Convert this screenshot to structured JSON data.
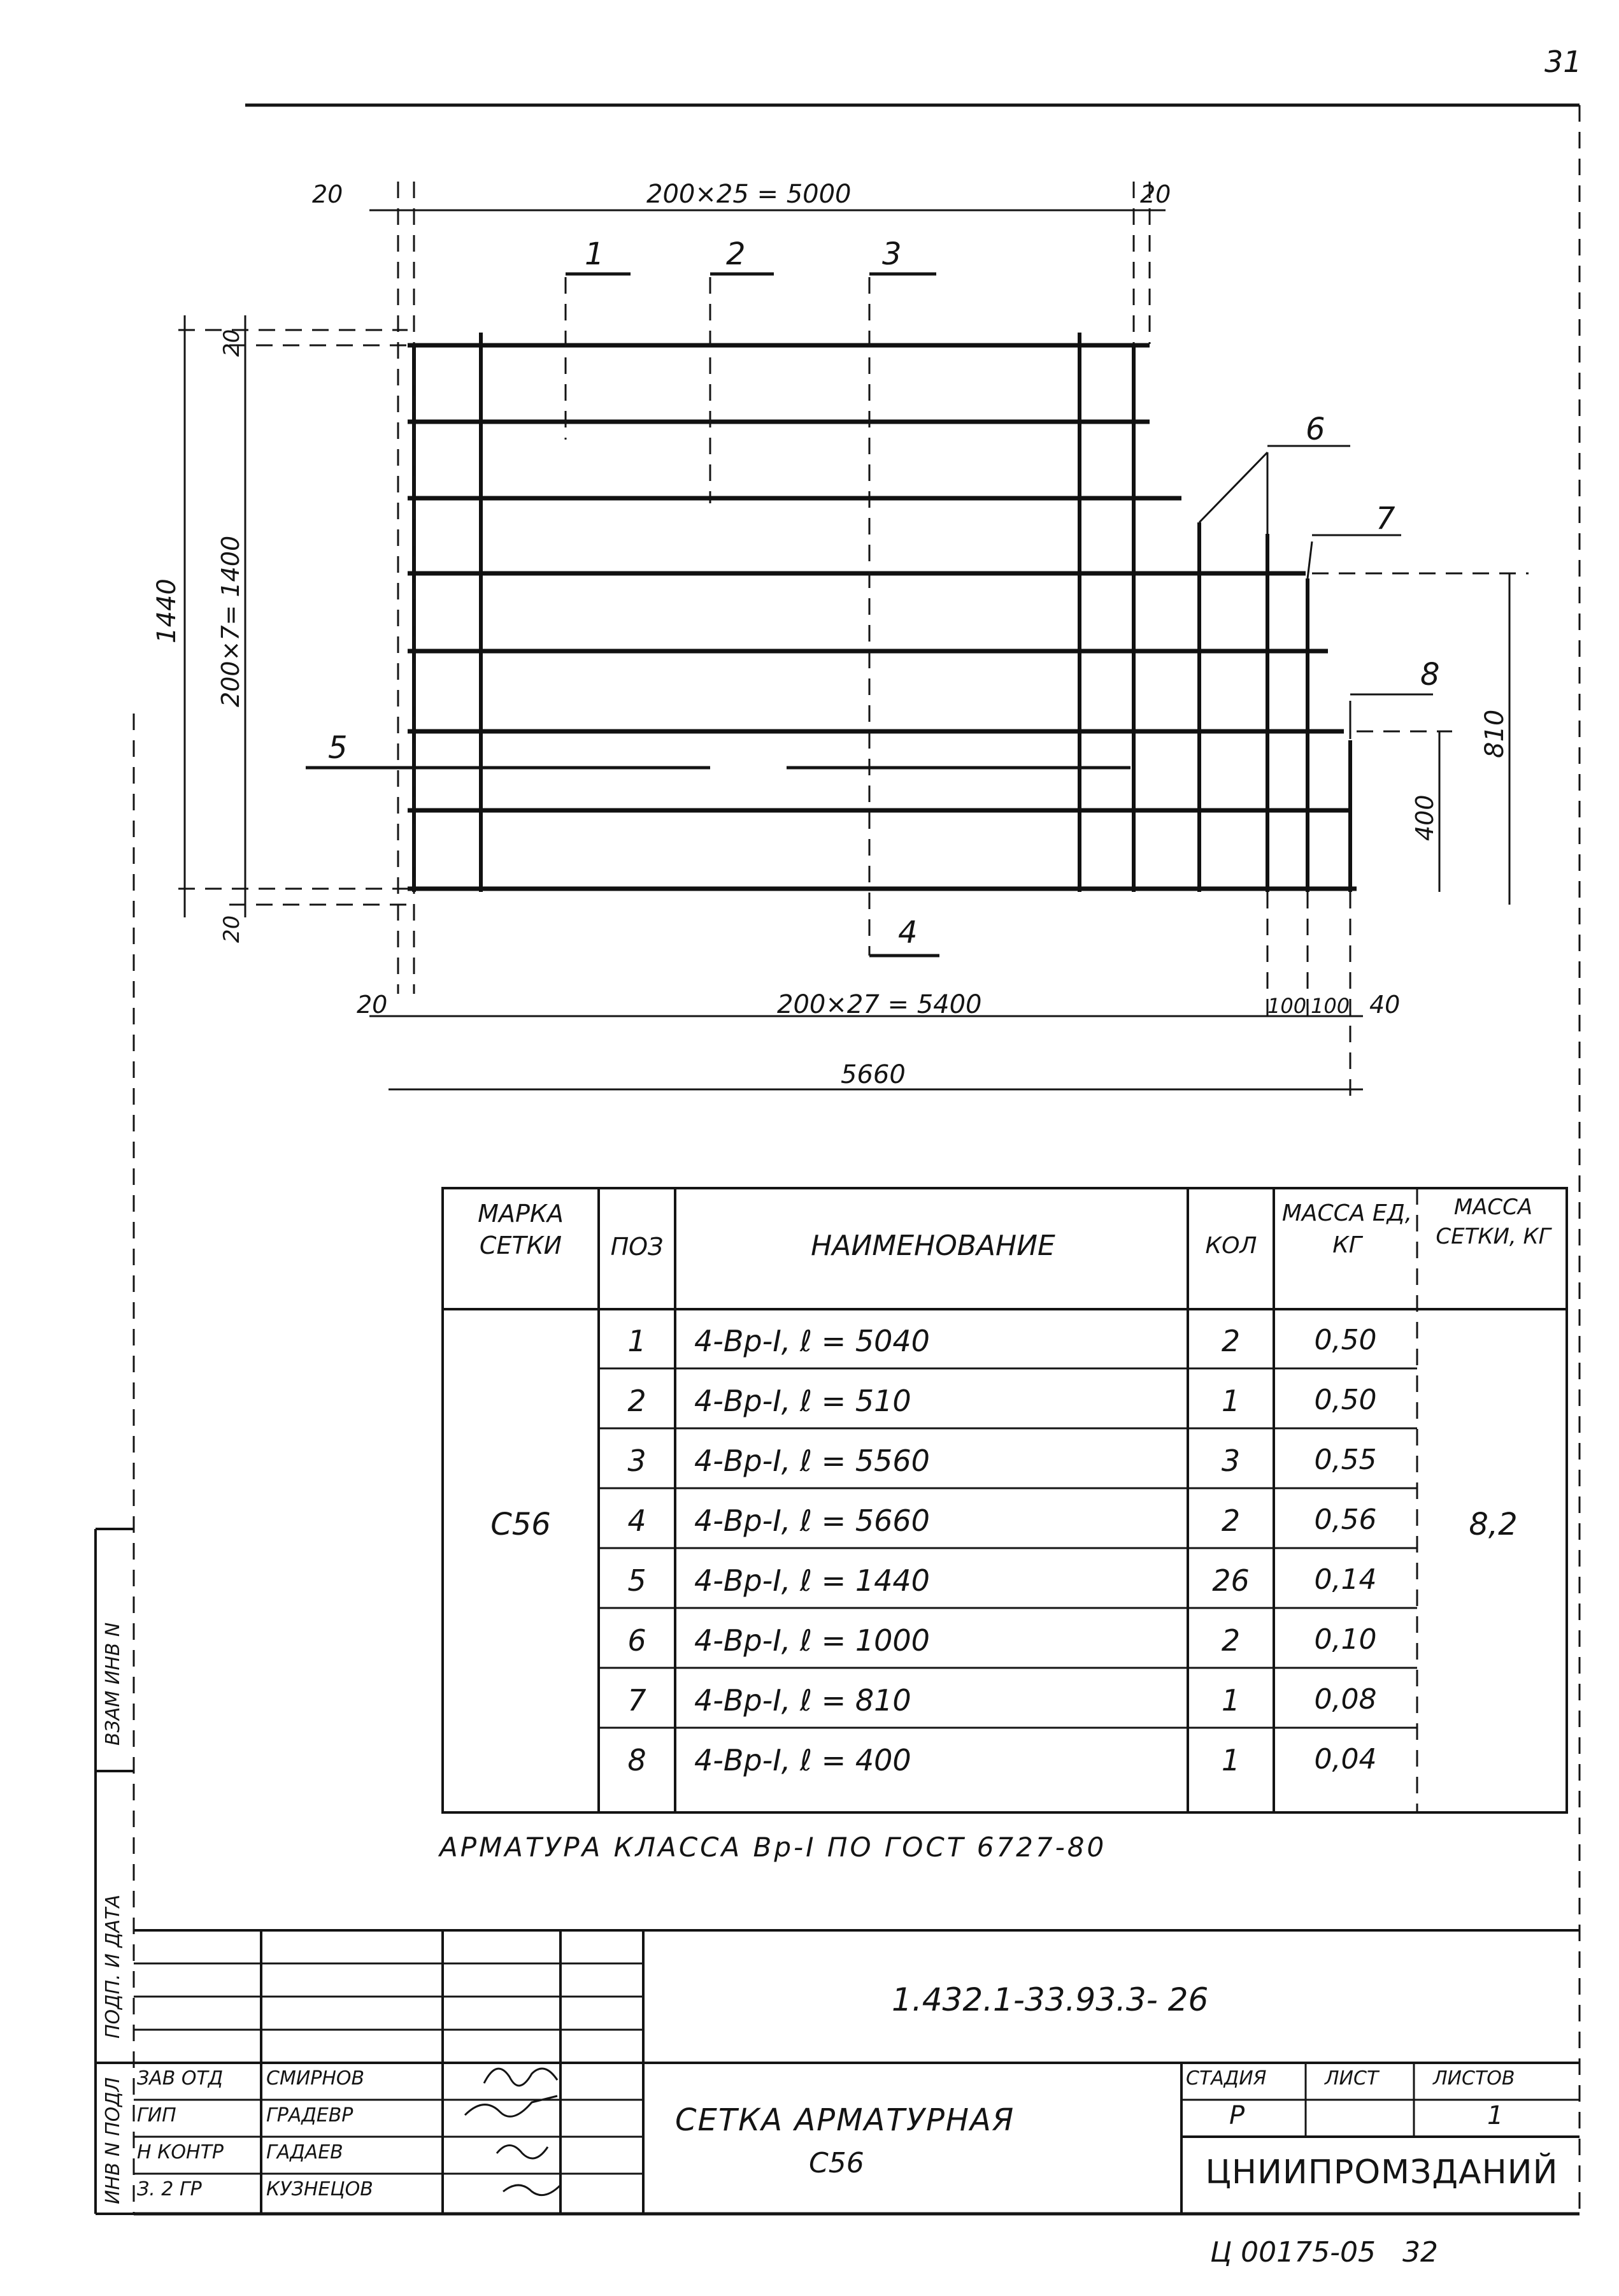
{
  "page_number": "31",
  "drawing": {
    "dims": {
      "top_left_20": "20",
      "top_span": "200×25 = 5000",
      "top_right_20": "20",
      "left_overall": "1440",
      "left_span": "200×7= 1400",
      "left_top_20": "20",
      "left_bottom_20": "20",
      "bottom_left_20": "20",
      "bottom_span": "200×27 = 5400",
      "bottom_100a": "100",
      "bottom_100b": "100",
      "bottom_40": "40",
      "overall_width": "5660",
      "right_810": "810",
      "right_400": "400"
    },
    "positions": [
      "1",
      "2",
      "3",
      "4",
      "5",
      "6",
      "7",
      "8"
    ]
  },
  "spec_table": {
    "headers": {
      "mark": "МАРКА СЕТКИ",
      "pos": "ПОЗ",
      "name": "НАИМЕНОВАНИЕ",
      "qty": "КОЛ",
      "unit_mass": "МАССА ЕД, КГ",
      "mesh_mass": "МАССА СЕТКИ, КГ"
    },
    "mark_value": "С56",
    "mesh_mass_value": "8,2",
    "rows": [
      {
        "pos": "1",
        "name": "4-Bp-I, ℓ = 5040",
        "qty": "2",
        "mass": "0,50"
      },
      {
        "pos": "2",
        "name": "4-Bp-I, ℓ = 510",
        "qty": "1",
        "mass": "0,50"
      },
      {
        "pos": "3",
        "name": "4-Bp-I, ℓ = 5560",
        "qty": "3",
        "mass": "0,55"
      },
      {
        "pos": "4",
        "name": "4-Bp-I, ℓ = 5660",
        "qty": "2",
        "mass": "0,56"
      },
      {
        "pos": "5",
        "name": "4-Bp-I, ℓ = 1440",
        "qty": "26",
        "mass": "0,14"
      },
      {
        "pos": "6",
        "name": "4-Bp-I, ℓ = 1000",
        "qty": "2",
        "mass": "0,10"
      },
      {
        "pos": "7",
        "name": "4-Bp-I, ℓ = 810",
        "qty": "1",
        "mass": "0,08"
      },
      {
        "pos": "8",
        "name": "4-Bp-I, ℓ = 400",
        "qty": "1",
        "mass": "0,04"
      }
    ],
    "note": "АРМАТУРА КЛАССА Bp-I ПО ГОСТ 6727-80"
  },
  "title_block": {
    "doc_code": "1.432.1-33.93.3- 26",
    "title_line1": "СЕТКА АРМАТУРНАЯ",
    "title_line2": "С56",
    "staff": [
      {
        "role": "ЗАВ ОТД",
        "name": "СМИРНОВ"
      },
      {
        "role": "ГИП",
        "name": "ГРАДЕВР"
      },
      {
        "role": "Н КОНТР",
        "name": "ГАДАЕВ"
      },
      {
        "role": "З. 2 ГР",
        "name": "КУЗНЕЦОВ"
      }
    ],
    "stage_header": "СТАДИЯ",
    "sheet_header": "ЛИСТ",
    "sheets_header": "ЛИСТОВ",
    "stage_value": "Р",
    "sheets_value": "1",
    "org": "ЦНИИПРОМЗДАНИЙ"
  },
  "side_stamps": {
    "inv_orig": "ИНВ N ПОДЛ",
    "sign_date": "ПОДП. И ДАТА",
    "replace": "ВЗАМ ИНВ N"
  },
  "footer_code": "Ц 00175-05   32"
}
